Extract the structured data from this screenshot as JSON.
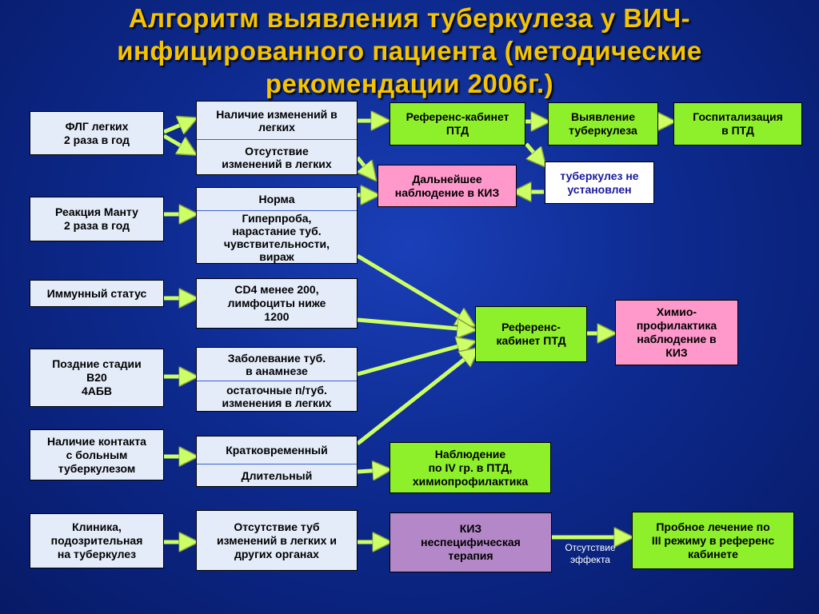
{
  "title": "Алгоритм выявления туберкулеза у ВИЧ-инфицированного пациента (методические рекомендации 2006г.)",
  "left": {
    "flg": "ФЛГ легких\n2 раза в год",
    "mantoux": "Реакция Манту\n2 раза в год",
    "immune": "Иммунный статус",
    "late": "Поздние стадии\nВ20\n4АБВ",
    "contact": "Наличие контакта\nс больным\nтуберкулезом",
    "clinic": "Клиника,\nподозрительная\nна туберкулез"
  },
  "middle": {
    "changes": "Наличие изменений в\nлегких",
    "no_changes": "Отсутствие\nизменений в легких",
    "norm": "Норма",
    "hyper": "Гиперпроба,\nнарастание туб.\nчувствительности,\nвираж",
    "cd4": "CD4 менее 200,\nлимфоциты ниже\n1200",
    "disease": "Заболевание туб.\nв анамнезе",
    "residual": "остаточные п/туб.\nизменения в легких",
    "short": "Кратковременный",
    "long": "Длительный",
    "no_tb": "Отсутствие туб\nизменений в легких и\nдругих органах"
  },
  "right": {
    "ref_top": "Референс-кабинет\nПТД",
    "detect": "Выявление\nтуберкулеза",
    "hosp": "Госпитализация\nв ПТД",
    "not_found": "туберкулез не\nустановлен",
    "follow": "Дальнейшее\nнаблюдение в КИЗ",
    "ref_mid": "Референс-\nкабинет ПТД",
    "chemo": "Химио-\nпрофилактика\nнаблюдение в\nКИЗ",
    "observe": "Наблюдение\nпо IV гр. в ПТД,\nхимиопрофилактика",
    "kiz": "КИЗ\nнеспецифическая\nтерапия",
    "no_effect": "Отсутствие\nэффекта",
    "trial": "Пробное лечение по\nIII режиму в референс\nкабинете"
  },
  "colors": {
    "title": "#f5c400",
    "left_box": "#e4ecfa",
    "green_box": "#8ef02a",
    "pink_box": "#ff99cc",
    "purple_box": "#b487c8",
    "arrow": "#ccff66"
  }
}
